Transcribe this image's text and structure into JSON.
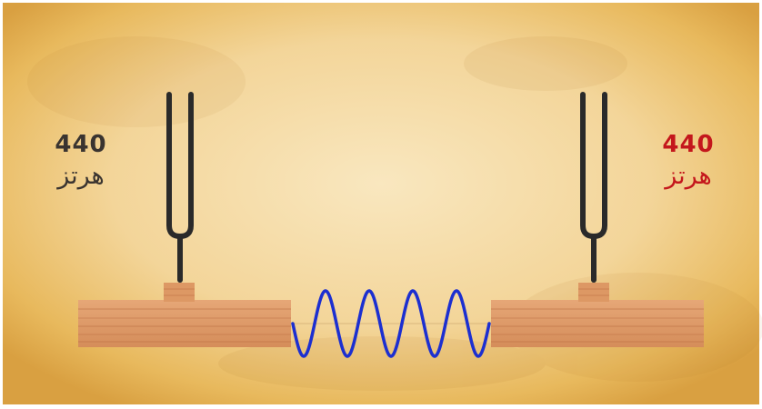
{
  "left_fork": {
    "value": "440",
    "unit": "هرتز"
  },
  "right_fork": {
    "value": "440",
    "unit": "هرتز"
  },
  "colors": {
    "parchment_center": "#f8e3b6",
    "parchment_edge": "#e2ae4c",
    "wood_light": "#e4a271",
    "wood_dark": "#b86a3e",
    "fork": "#2a2a2a",
    "wave": "#1c2fd0",
    "left_label": "#3a3430",
    "right_label": "#c4171c"
  }
}
